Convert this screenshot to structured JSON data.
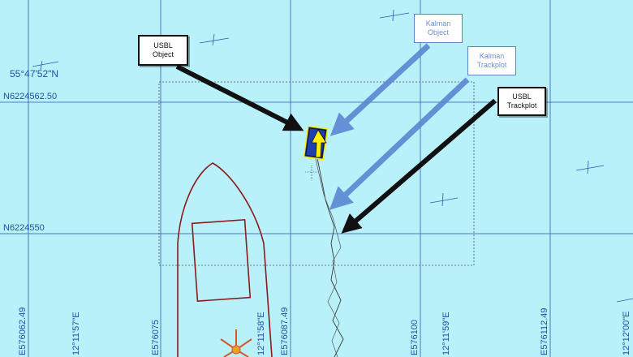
{
  "chart_labels": {
    "lat_top": "55°47'52\"N",
    "northing_top": "N6224562.50",
    "northing_mid": "N6224550",
    "eastings": [
      "E576062.49",
      "12°11'57\"E",
      "E576075",
      "12°11'58\"E",
      "E576087.49",
      "E576100",
      "12°11'59\"E",
      "E576112.49",
      "12°12'00\"E"
    ]
  },
  "callouts": {
    "usbl_object": [
      "USBL",
      "Object"
    ],
    "kalman_object": [
      "Kalman",
      "Object"
    ],
    "kalman_trackplot": [
      "Kalman",
      "Trackplot"
    ],
    "usbl_trackplot": [
      "USBL",
      "Trackplot"
    ]
  },
  "colors": {
    "water": "#b9f1fb",
    "grid": "#2a5aa8",
    "vessel": "#8b1a1a",
    "black_arrow": "#111111",
    "blue_arrow": "#5b86d2",
    "object_fill": "#1f3fb0",
    "object_highlight": "#ffee00"
  },
  "icons": {
    "usbl_object_marker": "object-marker-icon",
    "crane": "crane-icon"
  }
}
